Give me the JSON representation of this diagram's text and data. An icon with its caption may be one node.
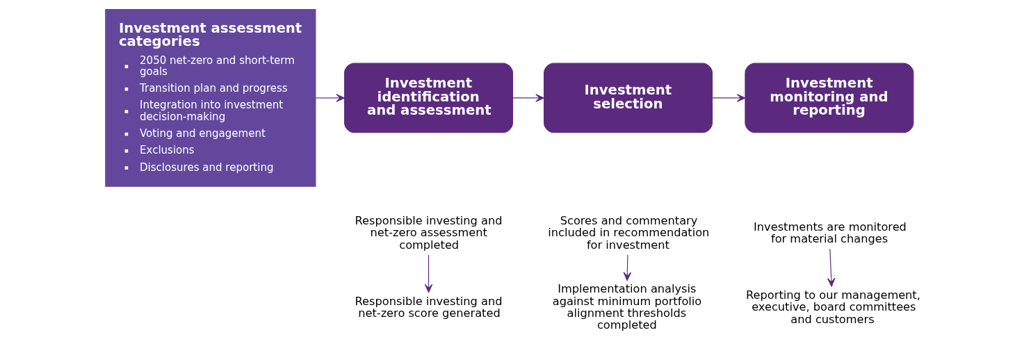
{
  "diagram": {
    "nodes": [
      {
        "text": [
          "Investment assessment categories",
          "2050 net-zero and short-term goals",
          "Transition plan and progress",
          "Integration into investment decision-making",
          "Voting and engagement",
          "Exclusions",
          "Disclosures and reporting"
        ]
      },
      {
        "text": [
          "Investment identification and assessment"
        ]
      },
      {
        "text": [
          "Investment selection"
        ]
      },
      {
        "text": [
          "Investment monitoring and reporting"
        ]
      },
      {
        "text": [
          "Responsible investing and net-zero assessment completed"
        ]
      },
      {
        "text": [
          "Responsible investing and net-zero score generated"
        ]
      },
      {
        "text": [
          "Scores and commentary included in recommendation for investment"
        ]
      },
      {
        "text": [
          "Implementation analysis against minimum portfolio alignment thresholds completed"
        ]
      },
      {
        "text": [
          "Investments are monitored for material changes"
        ]
      },
      {
        "text": [
          "Reporting to our management, executive, board committees and customers"
        ]
      }
    ],
    "edges": [
      {
        "from": 0,
        "to": 1,
        "arrow": "to"
      },
      {
        "from": 1,
        "to": 2,
        "arrow": "to"
      },
      {
        "from": 2,
        "to": 3,
        "arrow": "to"
      },
      {
        "from": 4,
        "to": 5,
        "arrow": "to"
      },
      {
        "from": 6,
        "to": 7,
        "arrow": "to"
      },
      {
        "from": 8,
        "to": 9,
        "arrow": "to"
      }
    ]
  }
}
